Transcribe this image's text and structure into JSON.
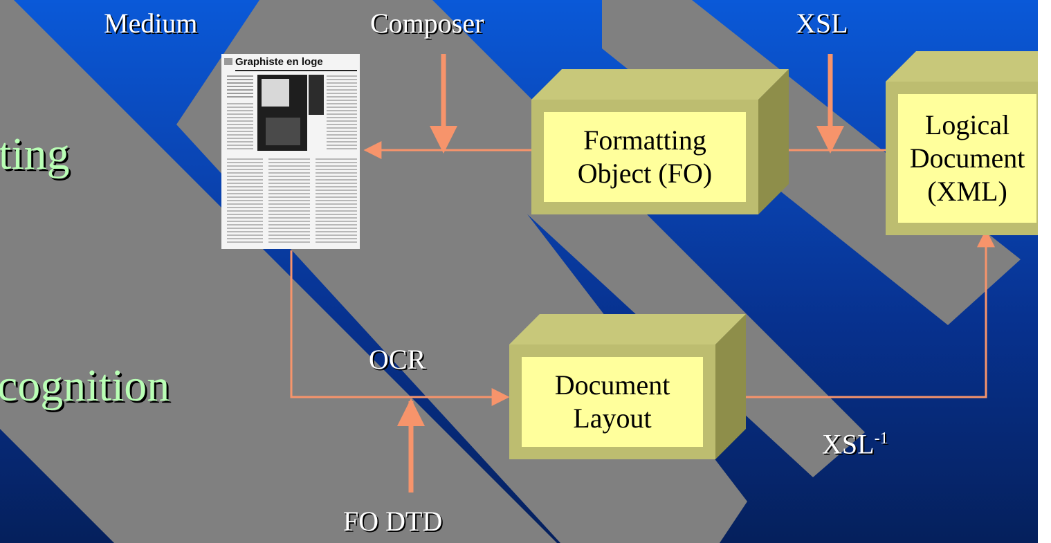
{
  "slide": {
    "side_labels": {
      "formatting": "ting",
      "recognition": "cognition"
    },
    "labels": {
      "medium": "Medium",
      "composer": "Composer",
      "xsl": "XSL",
      "ocr": "OCR",
      "xsl_inverse_base": "XSL",
      "xsl_inverse_sup": "-1",
      "fo_dtd": "FO DTD"
    },
    "boxes": {
      "formatting_object": "Formatting\nObject (FO)",
      "logical_document": "Logical\nDocument\n(XML)",
      "document_layout": "Document\nLayout"
    },
    "newspaper": {
      "headline": "Graphiste en loge"
    }
  },
  "colors": {
    "background_top": "#0a59d8",
    "background_bottom": "#05205c",
    "stripe": "#808080",
    "arrow": "#f7946b",
    "box_face": "#ffff9c",
    "box_frame": "#bdbd70",
    "side_label": "#b9ffb5"
  }
}
